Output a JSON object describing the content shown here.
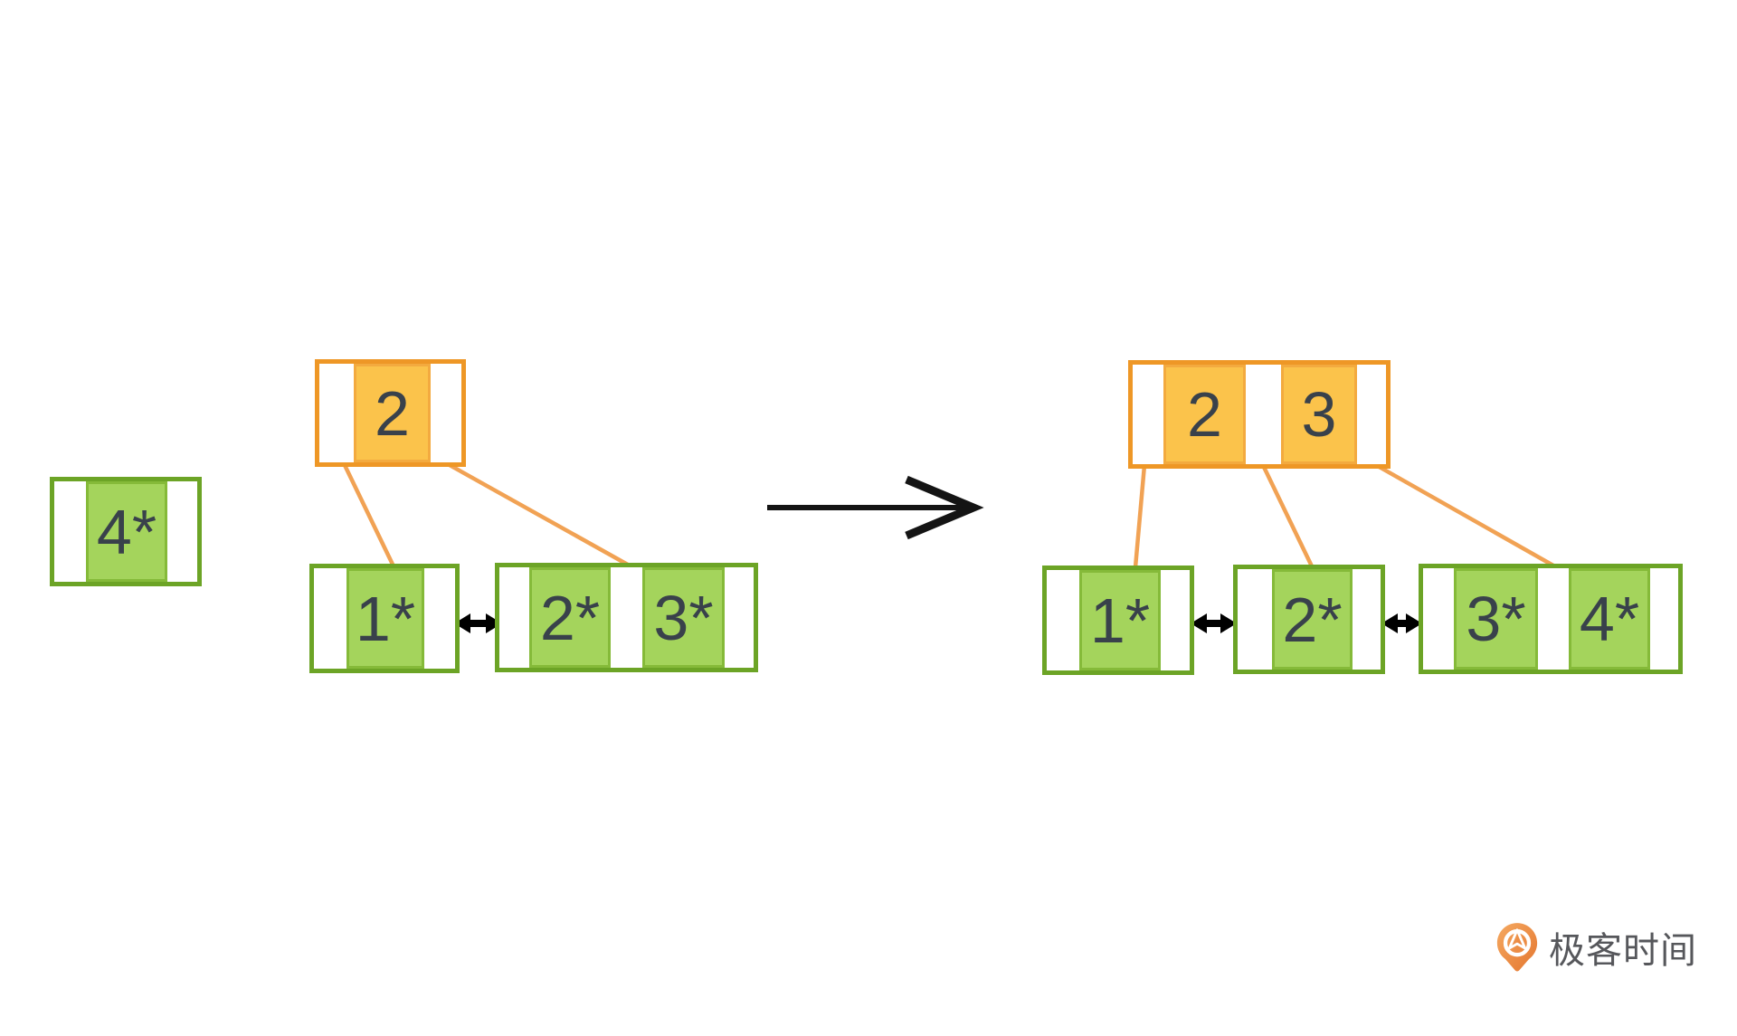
{
  "diagram": {
    "description": "B+ tree leaf split: inserting record 4* into a B+ tree",
    "before": {
      "pending_node": {
        "keys": [
          "4*"
        ]
      },
      "root": {
        "keys": [
          "2"
        ]
      },
      "leaves": [
        {
          "keys": [
            "1*"
          ]
        },
        {
          "keys": [
            "2*",
            "3*"
          ]
        }
      ]
    },
    "after": {
      "root": {
        "keys": [
          "2",
          "3"
        ]
      },
      "leaves": [
        {
          "keys": [
            "1*"
          ]
        },
        {
          "keys": [
            "2*"
          ]
        },
        {
          "keys": [
            "3*",
            "4*"
          ]
        }
      ]
    }
  },
  "colors": {
    "leaf_fill": "#a4d45c",
    "leaf_border": "#6ca426",
    "leaf_key_border": "#85ba39",
    "index_fill": "#fbc34b",
    "index_border": "#ee9726",
    "index_key_border": "#f3aa3f",
    "connector": "#f1a254",
    "arrow_black": "#141414",
    "key_text": "#39414b",
    "logo_text_color": "#56575b",
    "logo_orange_light": "#f5a961",
    "logo_orange_dark": "#e4762f",
    "background": "#ffffff"
  },
  "logo": {
    "text": "极客时间"
  }
}
